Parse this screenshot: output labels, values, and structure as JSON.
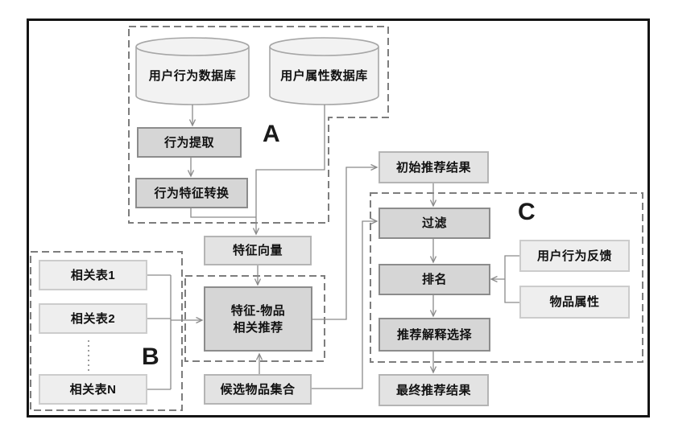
{
  "figure": {
    "groups": {
      "a": {
        "label": "A"
      },
      "b": {
        "label": "B"
      },
      "c": {
        "label": "C"
      }
    },
    "nodes": {
      "user_behavior_db": {
        "label": "用户行为数据库",
        "shape": "database"
      },
      "user_attribute_db": {
        "label": "用户属性数据库",
        "shape": "database"
      },
      "behavior_extraction": {
        "label": "行为提取",
        "shape": "process"
      },
      "behavior_feature_conversion": {
        "label": "行为特征转换",
        "shape": "process"
      },
      "feature_vector": {
        "label": "特征向量",
        "shape": "data"
      },
      "related_table_1": {
        "label": "相关表1",
        "shape": "input"
      },
      "related_table_2": {
        "label": "相关表2",
        "shape": "input"
      },
      "related_table_n": {
        "label": "相关表N",
        "shape": "input"
      },
      "feature_item_recommendation": {
        "label_line1": "特征-物品",
        "label_line2": "相关推荐",
        "shape": "process"
      },
      "candidate_item_set": {
        "label": "候选物品集合",
        "shape": "data"
      },
      "initial_recommendation_result": {
        "label": "初始推荐结果",
        "shape": "data"
      },
      "filter": {
        "label": "过滤",
        "shape": "process"
      },
      "ranking": {
        "label": "排名",
        "shape": "process"
      },
      "user_behavior_feedback": {
        "label": "用户行为反馈",
        "shape": "input"
      },
      "item_attribute": {
        "label": "物品属性",
        "shape": "input"
      },
      "recommendation_explanation_selection": {
        "label": "推荐解释选择",
        "shape": "process"
      },
      "final_recommendation_result": {
        "label": "最终推荐结果",
        "shape": "data"
      }
    },
    "colors": {
      "frame": "#141414",
      "process_fill": "#d6d6d6",
      "process_border": "#8c8c8c",
      "data_fill": "#e3e3e3",
      "data_border": "#b4b4b4",
      "input_fill": "#eeeeee",
      "input_border": "#cccccc",
      "cylinder_fill": "#f2f2f2",
      "cylinder_border": "#a6a6a6",
      "connector": "#8a8a8a",
      "group_outline": "#7d7d7d"
    }
  }
}
